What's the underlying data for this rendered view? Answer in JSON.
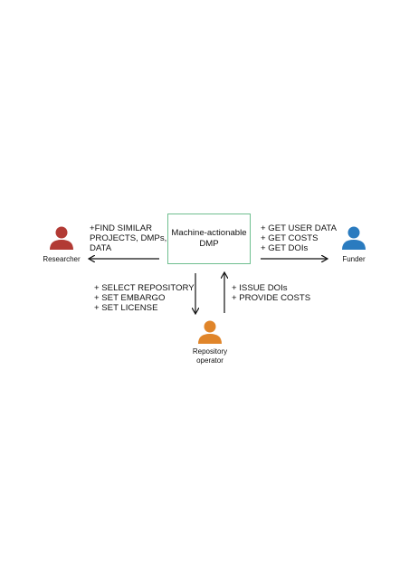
{
  "center": {
    "line1": "Machine-actionable",
    "line2": "DMP"
  },
  "actors": {
    "researcher": {
      "label": "Researcher",
      "color": "#b23a34"
    },
    "funder": {
      "label": "Funder",
      "color": "#2a7bbf"
    },
    "repository": {
      "label_line1": "Repository",
      "label_line2": "operator",
      "color": "#e0852a"
    }
  },
  "accent": "#6fbf8f",
  "researcher_actions": [
    "+FIND SIMILAR",
    "PROJECTS, DMPs,",
    "DATA"
  ],
  "funder_actions": [
    "+ GET USER DATA",
    "+ GET COSTS",
    "+ GET DOIs"
  ],
  "repository_receives": [
    "+ SELECT REPOSITORY",
    "+ SET EMBARGO",
    "+ SET LICENSE"
  ],
  "repository_provides": [
    "+ ISSUE DOIs",
    "+ PROVIDE COSTS"
  ]
}
